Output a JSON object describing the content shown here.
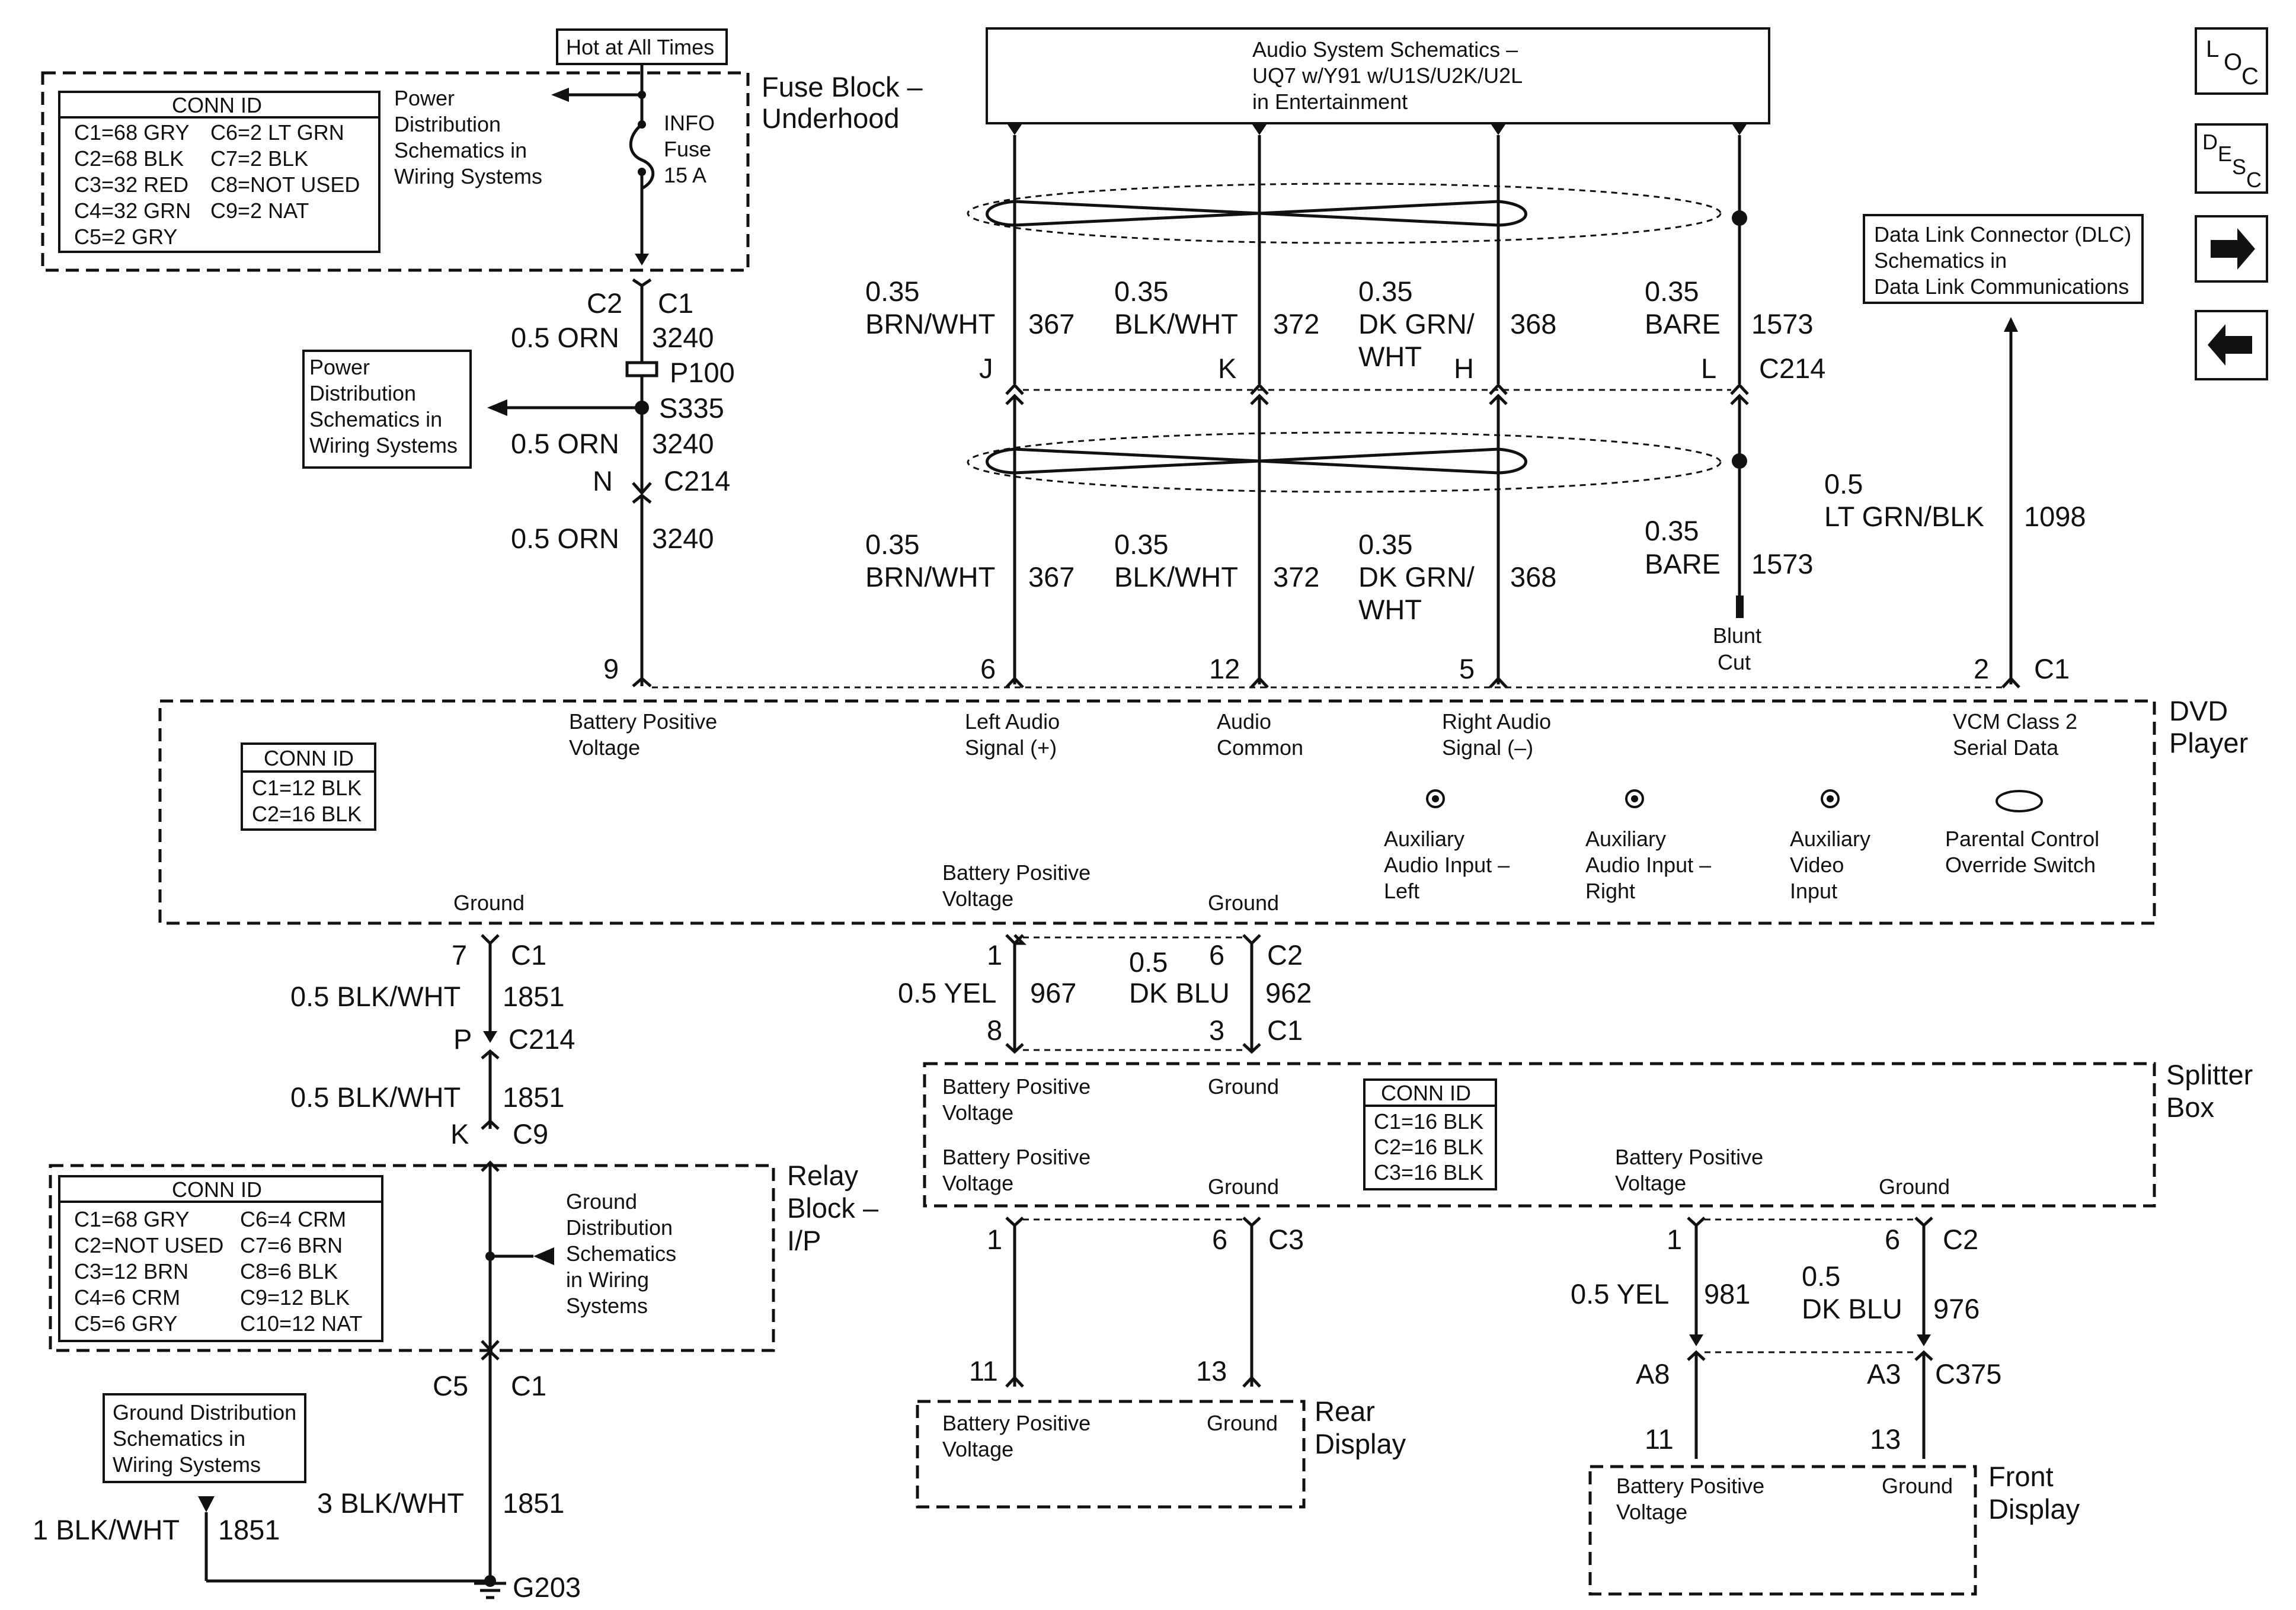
{
  "header": {
    "hot_at_all_times": "Hot at All Times",
    "audio_ref": [
      "Audio System Schematics –",
      "UQ7 w/Y91 w/U1S/U2K/U2L",
      "in Entertainment"
    ],
    "dlc_ref": [
      "Data Link Connector (DLC)",
      "Schematics in",
      "Data Link Communications"
    ]
  },
  "nav": {
    "loc": "LOC",
    "desc": "DESC"
  },
  "fuse_block": {
    "title": [
      "Fuse Block –",
      "Underhood"
    ],
    "conn_id_title": "CONN ID",
    "conn_left": [
      "C1=68 GRY",
      "C2=68 BLK",
      "C3=32 RED",
      "C4=32 GRN",
      "C5=2 GRY"
    ],
    "conn_right": [
      "C6=2 LT GRN",
      "C7=2 BLK",
      "C8=NOT USED",
      "C9=2 NAT"
    ],
    "power_ref": [
      "Power",
      "Distribution",
      "Schematics in",
      "Wiring Systems"
    ],
    "fuse": [
      "INFO",
      "Fuse",
      "15 A"
    ]
  },
  "power_ref_s335": [
    "Power",
    "Distribution",
    "Schematics in",
    "Wiring Systems"
  ],
  "wire_labels": {
    "c2": "C2",
    "c1": "C1",
    "orn_a": "0.5 ORN",
    "n3240_a": "3240",
    "p100": "P100",
    "s335": "S335",
    "orn_b": "0.5 ORN",
    "n3240_b": "3240",
    "n": "N",
    "c214": "C214",
    "orn_c": "0.5 ORN",
    "n3240_c": "3240",
    "g035a": "0.35",
    "brnwht_a": "BRN/WHT",
    "n367_a": "367",
    "g035b": "0.35",
    "blkwht_a": "BLK/WHT",
    "n372_a": "372",
    "g035c": "0.35",
    "dkgrn_a": "DK GRN/",
    "wht_a": "WHT",
    "n368_a": "368",
    "g035d": "0.35",
    "bare_a": "BARE",
    "n1573_a": "1573",
    "pin_j": "J",
    "pin_k": "K",
    "pin_h": "H",
    "pin_l": "L",
    "c214_b": "C214",
    "g035e": "0.35",
    "brnwht_b": "BRN/WHT",
    "n367_b": "367",
    "g035f": "0.35",
    "blkwht_b": "BLK/WHT",
    "n372_b": "372",
    "g035g": "0.35",
    "dkgrn_b": "DK GRN/",
    "wht_b": "WHT",
    "n368_b": "368",
    "g035h": "0.35",
    "bare_b": "BARE",
    "n1573_b": "1573",
    "blunt": "Blunt",
    "cut": "Cut",
    "g05": "0.5",
    "ltgrnblk": "LT GRN/BLK",
    "n1098": "1098",
    "pin9": "9",
    "pin6": "6",
    "pin12": "12",
    "pin5": "5",
    "pin2": "2",
    "c1_dvd": "C1"
  },
  "dvd": {
    "title": [
      "DVD",
      "Player"
    ],
    "battery": [
      "Battery Positive",
      "Voltage"
    ],
    "left_audio": [
      "Left Audio",
      "Signal (+)"
    ],
    "audio_common": [
      "Audio",
      "Common"
    ],
    "right_audio": [
      "Right Audio",
      "Signal (–)"
    ],
    "vcm": [
      "VCM Class 2",
      "Serial Data"
    ],
    "conn_id_title": "CONN ID",
    "conn": [
      "C1=12 BLK",
      "C2=16 BLK"
    ],
    "aux_left": [
      "Auxiliary",
      "Audio Input –",
      "Left"
    ],
    "aux_right": [
      "Auxiliary",
      "Audio Input –",
      "Right"
    ],
    "aux_video": [
      "Auxiliary",
      "Video",
      "Input"
    ],
    "parental": [
      "Parental Control",
      "Override Switch"
    ],
    "ground_left": "Ground",
    "battery_bottom": [
      "Battery Positive",
      "Voltage"
    ],
    "ground_bottom": "Ground"
  },
  "ground_path": {
    "pin7": "7",
    "c1": "C1",
    "blkwht_a": "0.5 BLK/WHT",
    "n1851_a": "1851",
    "p": "P",
    "c214": "C214",
    "blkwht_b": "0.5 BLK/WHT",
    "n1851_b": "1851",
    "k": "K",
    "c9": "C9",
    "c5": "C5",
    "c1_b": "C1",
    "blkwht_c": "3 BLK/WHT",
    "n1851_c": "1851",
    "blkwht_d": "1 BLK/WHT",
    "n1851_d": "1851",
    "g203": "G203"
  },
  "relay_block": {
    "title": [
      "Relay",
      "Block –",
      "I/P"
    ],
    "conn_id_title": "CONN ID",
    "conn_left": [
      "C1=68 GRY",
      "C2=NOT USED",
      "C3=12 BRN",
      "C4=6 CRM",
      "C5=6 GRY"
    ],
    "conn_right": [
      "C6=4 CRM",
      "C7=6 BRN",
      "C8=6 BLK",
      "C9=12 BLK",
      "C10=12 NAT"
    ],
    "ground_ref": [
      "Ground",
      "Distribution",
      "Schematics",
      "in Wiring",
      "Systems"
    ]
  },
  "ground_ref_box": [
    "Ground Distribution",
    "Schematics in",
    "Wiring Systems"
  ],
  "splitter_wires": {
    "p1": "1",
    "p6": "6",
    "c2": "C2",
    "yel": "0.5 YEL",
    "n967": "967",
    "g05": "0.5",
    "dkblu": "DK BLU",
    "n962": "962",
    "p8": "8",
    "p3": "3",
    "c1": "C1"
  },
  "splitter": {
    "title": [
      "Splitter",
      "Box"
    ],
    "bat_a": [
      "Battery Positive",
      "Voltage"
    ],
    "gnd_a": "Ground",
    "bat_b": [
      "Battery Positive",
      "Voltage"
    ],
    "gnd_b": "Ground",
    "conn_id_title": "CONN ID",
    "conn": [
      "C1=16 BLK",
      "C2=16 BLK",
      "C3=16 BLK"
    ],
    "bat_c": [
      "Battery Positive",
      "Voltage"
    ],
    "gnd_c": "Ground"
  },
  "rear_wires": {
    "p1": "1",
    "p6": "6",
    "c3": "C3",
    "p11": "11",
    "p13": "13"
  },
  "rear_display": {
    "title": [
      "Rear",
      "Display"
    ],
    "battery": [
      "Battery Positive",
      "Voltage"
    ],
    "ground": "Ground"
  },
  "front_wires": {
    "p1": "1",
    "p6": "6",
    "c2": "C2",
    "yel": "0.5 YEL",
    "n981": "981",
    "g05": "0.5",
    "dkblu": "DK BLU",
    "n976": "976",
    "a8": "A8",
    "a3": "A3",
    "c375": "C375",
    "p11": "11",
    "p13": "13"
  },
  "front_display": {
    "title": [
      "Front",
      "Display"
    ],
    "battery": [
      "Battery Positive",
      "Voltage"
    ],
    "ground": "Ground"
  }
}
